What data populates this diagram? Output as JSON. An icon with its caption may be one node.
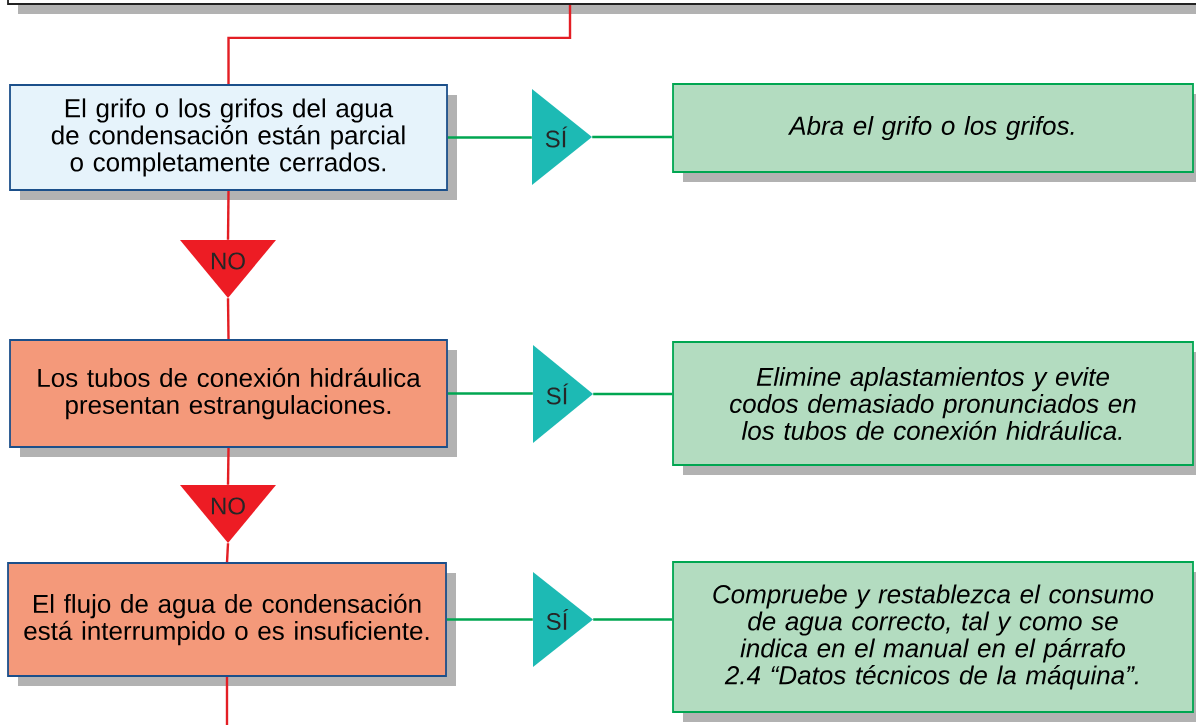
{
  "diagram": {
    "nodes": [
      {
        "text": [],
        "shape": "box"
      },
      {
        "text": [
          "El grifo o los grifos del agua de condensación están parcial o completamente cerrados."
        ]
      },
      {
        "text": [
          "SÍ"
        ]
      },
      {
        "text": [
          "Abra el grifo o los grifos."
        ]
      },
      {
        "text": [
          "NO"
        ]
      },
      {
        "text": [
          "Los tubos de conexión hidráulica presentan estrangulaciones."
        ]
      },
      {
        "text": [
          "SÍ"
        ]
      },
      {
        "text": [
          "Elimine aplastamientos y evite codos demasiado pronunciados en los tubos de conexión hidráulica."
        ]
      },
      {
        "text": [
          "NO"
        ]
      },
      {
        "text": [
          "El flujo de agua de condensación está interrumpido o es insuficiente."
        ]
      },
      {
        "text": [
          "SÍ"
        ]
      },
      {
        "text": [
          "Compruebe y restablezca el consumo de agua correcto, tal y como se indica en el manual en el párrafo 2.4 “Datos técnicos de la máquina”."
        ]
      }
    ],
    "edges": [
      {
        "from": 0,
        "to": 1,
        "arrow": "none",
        "color": "#e31e24"
      },
      {
        "from": 1,
        "to": 2,
        "arrow": "none",
        "color": "#00a651"
      },
      {
        "from": 2,
        "to": 3,
        "arrow": "none",
        "color": "#00a651"
      },
      {
        "from": 1,
        "to": 4,
        "arrow": "none",
        "color": "#e31e24"
      },
      {
        "from": 4,
        "to": 5,
        "arrow": "none",
        "color": "#e31e24"
      },
      {
        "from": 5,
        "to": 6,
        "arrow": "none",
        "color": "#00a651"
      },
      {
        "from": 6,
        "to": 7,
        "arrow": "none",
        "color": "#00a651"
      },
      {
        "from": 5,
        "to": 8,
        "arrow": "none",
        "color": "#e31e24"
      },
      {
        "from": 8,
        "to": 9,
        "arrow": "none",
        "color": "#e31e24"
      },
      {
        "from": 9,
        "to": 10,
        "arrow": "none",
        "color": "#00a651"
      },
      {
        "from": 10,
        "to": 11,
        "arrow": "none",
        "color": "#00a651"
      },
      {
        "from": 9,
        "to": null,
        "arrow": "none",
        "color": "#e31e24"
      }
    ]
  }
}
